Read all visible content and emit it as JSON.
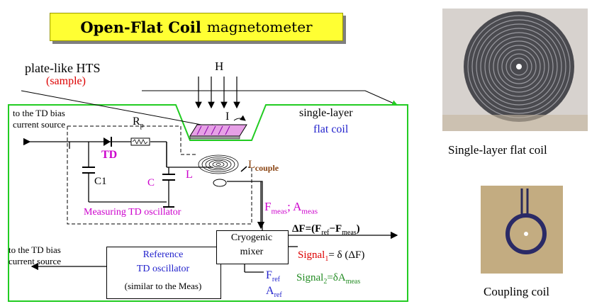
{
  "title": {
    "bold": "Open-Flat Coil",
    "rest": "magnetometer"
  },
  "sample": {
    "line1": "plate-like HTS",
    "line2": "(sample)"
  },
  "field": {
    "label": "H"
  },
  "current": {
    "label": "I"
  },
  "bias_source_top": {
    "line1": "to the TD bias",
    "line2": "current source"
  },
  "bias_source_bottom": {
    "line1": "to the TD bias",
    "line2": "current source"
  },
  "resistor": {
    "label": "R",
    "sub": "p"
  },
  "td": {
    "label": "TD"
  },
  "c1": {
    "label": "C1"
  },
  "c": {
    "label": "C"
  },
  "l": {
    "label": "L"
  },
  "measuring_osc": {
    "label": "Measuring TD oscillator"
  },
  "flat_coil_label": {
    "line1": "single-layer",
    "line2": "flat coil"
  },
  "l_couple": {
    "label": "L",
    "sub": "couple"
  },
  "f_meas": {
    "f": "F",
    "f_sub": "meas",
    "sep": "; ",
    "a": "A",
    "a_sub": "meas"
  },
  "mixer": {
    "line1": "Cryogenic",
    "line2": "mixer"
  },
  "delta_f": {
    "text1": "ΔF=(F",
    "sub1": "ref",
    "text2": "−F",
    "sub2": "meas",
    "text3": ")"
  },
  "signal1": {
    "label": "Signal",
    "sub": "1",
    "eq": "= δ (ΔF)"
  },
  "signal2": {
    "label": "Signal",
    "sub": "2",
    "eq": "=δA",
    "eq_sub": "meas"
  },
  "ref_osc": {
    "line1": "Reference",
    "line2": "TD oscillator",
    "line3": "(similar to the Meas)"
  },
  "f_ref": {
    "f": "F",
    "f_sub": "ref",
    "a": "A",
    "a_sub": "ref"
  },
  "photo1": {
    "caption": "Single-layer flat coil"
  },
  "photo2": {
    "caption": "Coupling coil"
  },
  "colors": {
    "title_bg": "#ffff33",
    "border_green": "#22cc22",
    "magenta": "#cc00cc",
    "red": "#dd0000",
    "blue": "#2222cc",
    "brown": "#8b4513",
    "green_text": "#228b22"
  }
}
